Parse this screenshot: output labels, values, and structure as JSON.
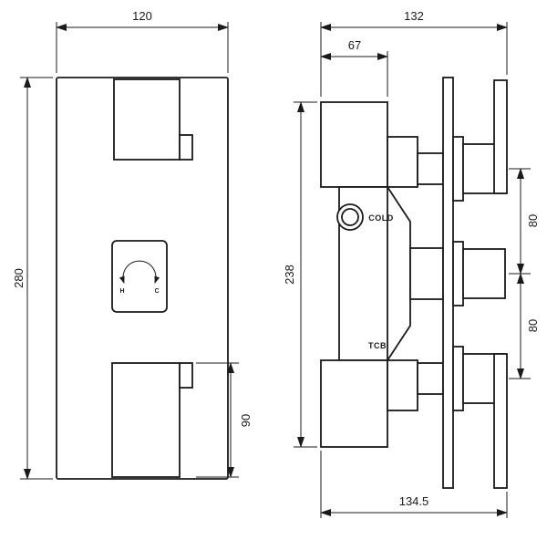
{
  "drawing": {
    "front_view": {
      "width_dim": "120",
      "height_dim": "280",
      "bottom_handle_dim": "90",
      "control": {
        "hot_label": "H",
        "cold_label": "C"
      }
    },
    "side_view": {
      "overall_width_dim": "132",
      "body_depth_dim": "67",
      "body_height_dim": "238",
      "upper_handle_spacing_dim": "80",
      "lower_handle_spacing_dim": "80",
      "overall_depth_dim": "134.5",
      "cold_port_label": "COLD",
      "tcb_label": "TCB"
    },
    "colors": {
      "line": "#1a1a1a",
      "background": "#ffffff"
    }
  }
}
